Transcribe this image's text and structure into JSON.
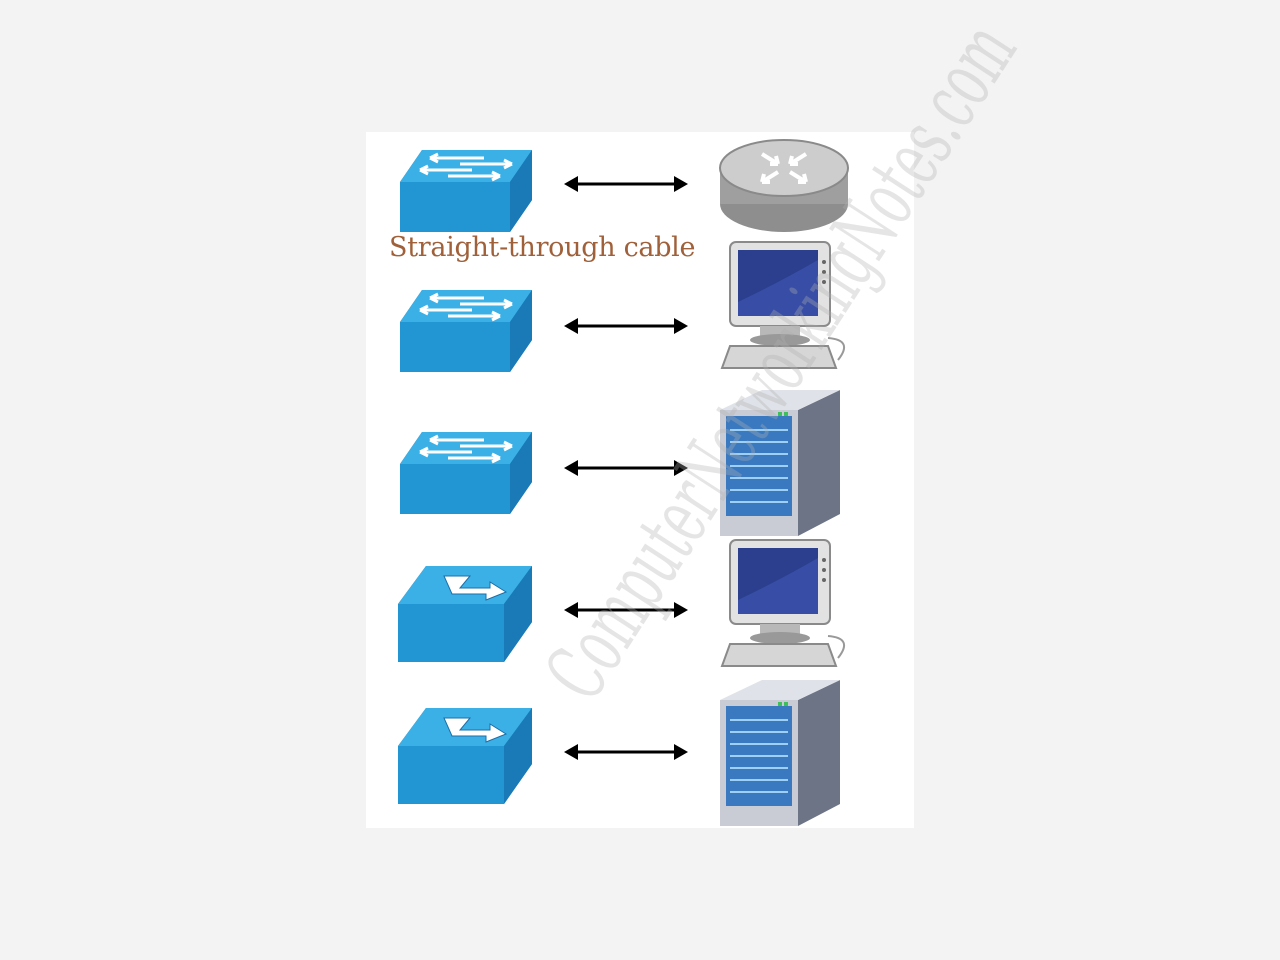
{
  "diagram": {
    "caption": "Straight-through cable",
    "watermark": "ComputerNetworkingNotes.com",
    "rows": [
      {
        "left": "switch",
        "right": "router"
      },
      {
        "left": "switch",
        "right": "pc"
      },
      {
        "left": "switch",
        "right": "server"
      },
      {
        "left": "hub",
        "right": "pc"
      },
      {
        "left": "hub",
        "right": "server"
      }
    ],
    "colors": {
      "device_blue": "#2aa0db",
      "device_blue_dark": "#1a6fa8",
      "router_gray": "#c8c8c8",
      "caption_brown": "#a0613a",
      "arrow_black": "#000000"
    }
  }
}
